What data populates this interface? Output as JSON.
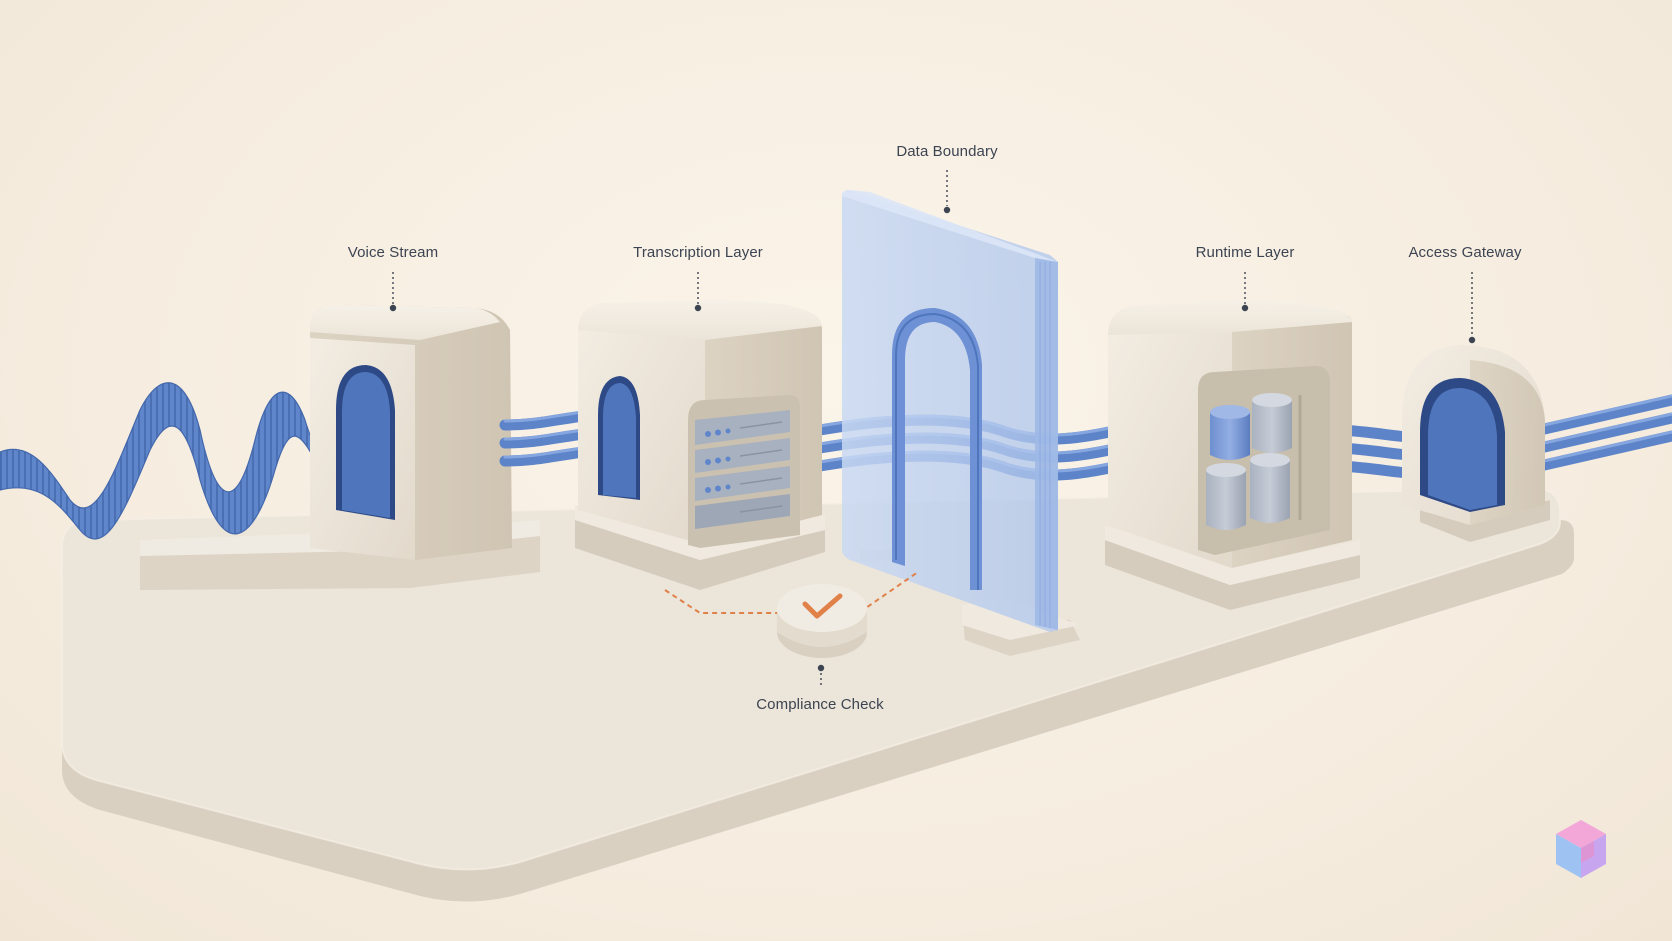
{
  "labels": {
    "voice_stream": "Voice Stream",
    "transcription_layer": "Transcription Layer",
    "data_boundary": "Data Boundary",
    "runtime_layer": "Runtime Layer",
    "access_gateway": "Access Gateway",
    "compliance_check": "Compliance Check"
  },
  "colors": {
    "background": "#f7efe2",
    "platform": "#ebe3d6",
    "block": "#ece5da",
    "stream_blue": "#5e86cc",
    "glass": "#b9cdee",
    "check_orange": "#e0814a",
    "leader": "#3c4452"
  },
  "icons": {
    "compliance": "checkmark-icon",
    "watermark": "cube-logo-icon"
  }
}
